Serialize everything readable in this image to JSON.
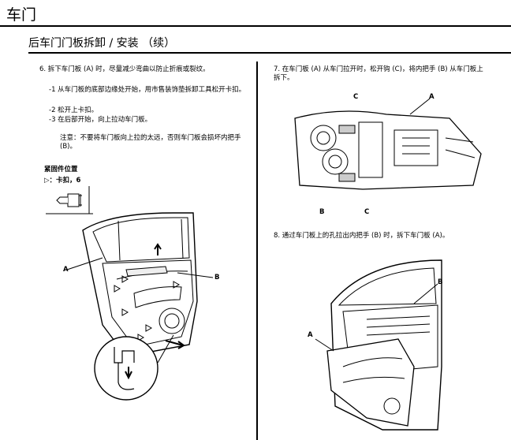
{
  "header": {
    "chapter_title": "车门",
    "section_title": "后车门门板拆卸 / 安装 （续）"
  },
  "left_column": {
    "step6": {
      "text": "6. 拆下车门板 (A) 时，尽量减少弯曲以防止折痕或裂纹。",
      "substeps": [
        "-1 从车门板的底部边缘处开始，用市售装饰垫拆卸工具松开卡扣。",
        "-2 松开上卡扣。",
        "-3 在后部开始，向上拉动车门板。"
      ],
      "note": "注意：不要将车门板向上拉的太远，否则车门板会损坏内把手 (B)。"
    },
    "fastener": {
      "title": "紧固件位置",
      "legend": "▷：卡扣，6"
    },
    "figure_callouts": {
      "a": "A",
      "b": "B"
    }
  },
  "right_column": {
    "step7": {
      "text": "7. 在车门板 (A) 从车门拉开时，松开钩 (C)，将内把手 (B) 从车门板上拆下。",
      "callouts": {
        "c_top": "C",
        "a": "A",
        "b": "B",
        "c_bottom": "C"
      }
    },
    "step8": {
      "text": "8. 通过车门板上的孔拉出内把手 (B) 时，拆下车门板 (A)。",
      "callouts": {
        "b": "B",
        "a": "A"
      }
    }
  }
}
